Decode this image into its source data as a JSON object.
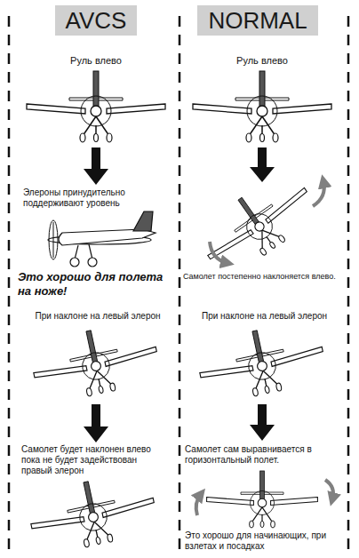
{
  "diagram": {
    "nodes": [
      {
        "text": [
          "AVCS"
        ]
      },
      {
        "text": [
          "NORMAL"
        ]
      }
    ],
    "labels": [
      "Руль влево",
      "Руль влево",
      "Элероны принудительно поддерживают уровень",
      "Это хорошо для полета на ноже!",
      "Самолет постепенно наклоняется влево.",
      "При наклоне на левый элерон",
      "При наклоне на левый элерон",
      "Самолет будет наклонен влево пока не будет задействован правый элерон",
      "Самолет сам выравнивается в горизонтальный полет.",
      "Это хорошо для начинающих, при взлетах и посадках"
    ]
  }
}
